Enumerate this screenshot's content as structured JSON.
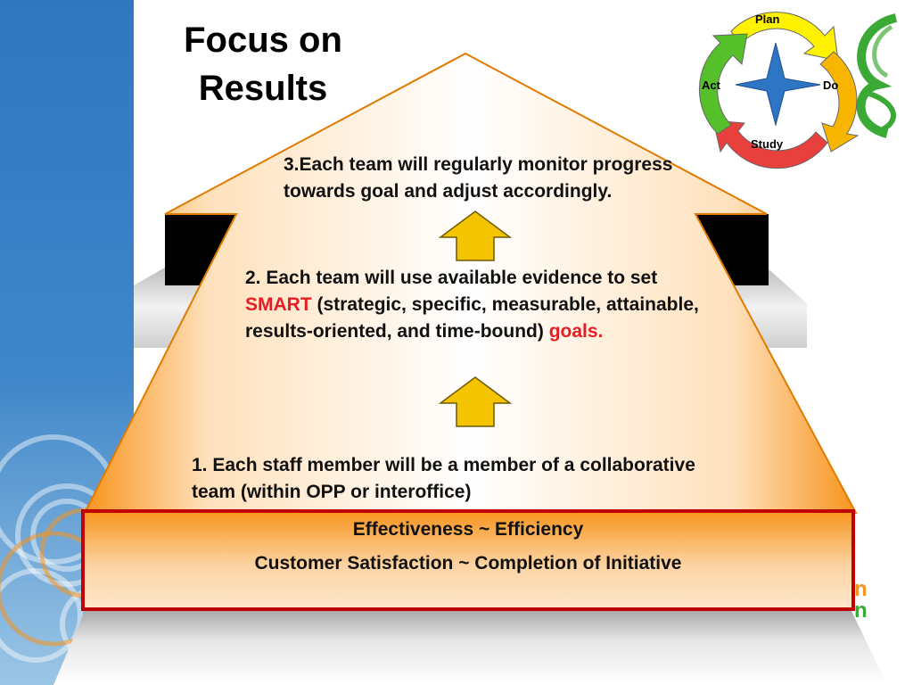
{
  "slide": {
    "title_line1": "Focus on",
    "title_line2": "Results",
    "steps": {
      "step3": "3.Each team will regularly monitor progress towards goal and adjust accordingly.",
      "step2": {
        "before_smart": "2. Each team will use available evidence to set ",
        "smart": "SMART",
        "after_smart": " (strategic, specific, measurable, attainable, results-oriented, and time-bound) ",
        "goals": "goals."
      },
      "step1": "1. Each staff member will be a member of a collaborative team (within OPP or interoffice)"
    },
    "base": {
      "line1": "Effectiveness  ~  Efficiency",
      "line2": "Customer Satisfaction ~ Completion of Initiative"
    },
    "pdsa_cycle": {
      "plan": "Plan",
      "do": "Do",
      "study": "Study",
      "act": "Act"
    },
    "edge_letters": [
      "n",
      "n"
    ],
    "colors": {
      "sidebar_blue": "#2f78c0",
      "roof_orange": "#f7941d",
      "base_border": "#c00000",
      "arrow_yellow": "#f5c400",
      "accent_red": "#e31e24",
      "logo_green": "#3aa935"
    }
  }
}
